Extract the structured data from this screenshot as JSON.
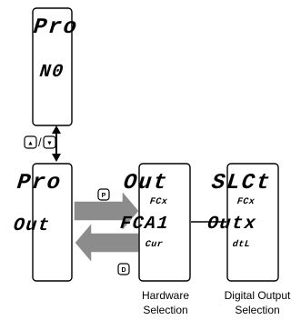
{
  "displays": {
    "pro_no": {
      "line1": "Pro",
      "line2": "N0"
    },
    "pro_out": {
      "line1": "Pro",
      "line2": "Out"
    },
    "hardware": {
      "line1": "Out",
      "sub1": "FCx",
      "line2": "FCA1",
      "sub2": "Cur"
    },
    "digital": {
      "line1": "SLCt",
      "sub1": "FCx",
      "line2": "Outx",
      "sub2": "dtL"
    }
  },
  "keys": {
    "up_down_left": "▲",
    "up_down_right": "▼",
    "slash": "/",
    "p": "P",
    "d": "D"
  },
  "captions": {
    "hardware_line1": "Hardware",
    "hardware_line2": "Selection",
    "digital_line1": "Digital Output",
    "digital_line2": "Selection"
  },
  "colors": {
    "arrow": "#8c8c8c",
    "outline": "#000000"
  }
}
